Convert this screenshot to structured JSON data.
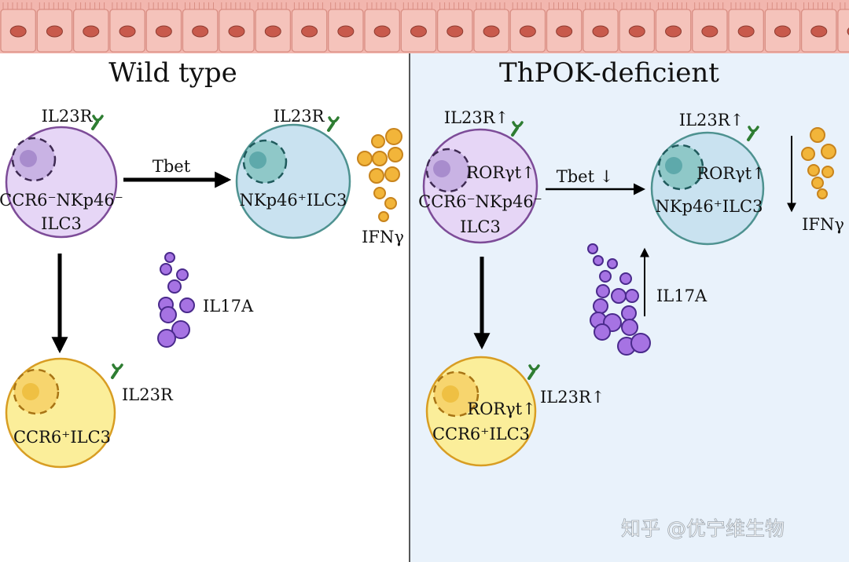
{
  "panels": {
    "left": {
      "title": "Wild type"
    },
    "right": {
      "title": "ThPOK-deficient"
    }
  },
  "left": {
    "ilc3_top": {
      "receptor": "IL23R",
      "line1": "CCR6⁻NKp46⁻",
      "line2": "ILC3"
    },
    "ilc3_nk": {
      "receptor": "IL23R",
      "line1": "NKp46⁺ILC3"
    },
    "ilc3_ccr6": {
      "receptor": "IL23R",
      "line1": "CCR6⁺ILC3"
    },
    "arrow_label": "Tbet",
    "cytokine_orange": "IFNγ",
    "cytokine_purple": "IL17A"
  },
  "right": {
    "ilc3_top": {
      "receptor": "IL23R",
      "receptor_arrow": "↑",
      "ror": "RORγt",
      "ror_arrow": "↑",
      "line1": "CCR6⁻NKp46⁻",
      "line2": "ILC3"
    },
    "ilc3_nk": {
      "receptor": "IL23R",
      "receptor_arrow": "↑",
      "ror": "RORγt",
      "ror_arrow": "↑",
      "line1": "NKp46⁺ILC3"
    },
    "ilc3_ccr6": {
      "receptor": "IL23R",
      "receptor_arrow": "↑",
      "ror": "RORγt",
      "ror_arrow": "↑",
      "line1": "CCR6⁺ILC3"
    },
    "arrow_label": "Tbet",
    "arrow_label_dir": "↓",
    "cytokine_orange": "IFNγ",
    "cytokine_purple": "IL17A"
  },
  "watermark": "知乎 @优宁维生物",
  "colors": {
    "epithelium": "#f2b6ae",
    "epithelium_nucleus": "#c85a4c",
    "right_bg": "#e9f2fb",
    "ilc3_purple": "#e6d6f6",
    "ilc3_purple_border": "#7d4c98",
    "nk_blue": "#c9e2f0",
    "nk_border": "#4e9290",
    "ccr6_yellow": "#fbee9a",
    "ccr6_border": "#d89d23",
    "ifn_orange": "#f2b53a",
    "il17_purple": "#a673e3"
  }
}
